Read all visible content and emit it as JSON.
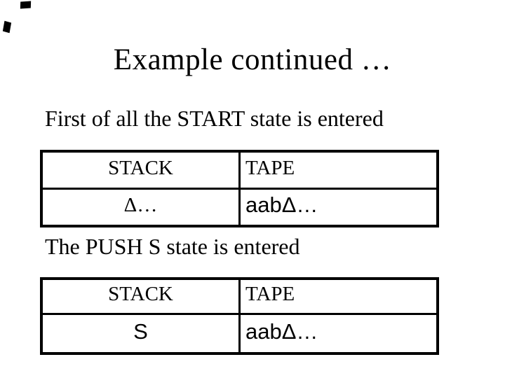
{
  "slide": {
    "title": "Example continued …",
    "sections": [
      {
        "text": "First of all the START state is entered",
        "table": {
          "headers": [
            "STACK",
            "TAPE"
          ],
          "rows": [
            {
              "stack": "Δ…",
              "tape": "aabΔ…"
            }
          ]
        }
      },
      {
        "text": "The PUSH S state is entered",
        "table": {
          "headers": [
            "STACK",
            "TAPE"
          ],
          "rows": [
            {
              "stack": "S",
              "tape": "aabΔ…"
            }
          ]
        }
      }
    ],
    "colors": {
      "background": "#ffffff",
      "text": "#000000",
      "table_border": "#000000"
    }
  }
}
